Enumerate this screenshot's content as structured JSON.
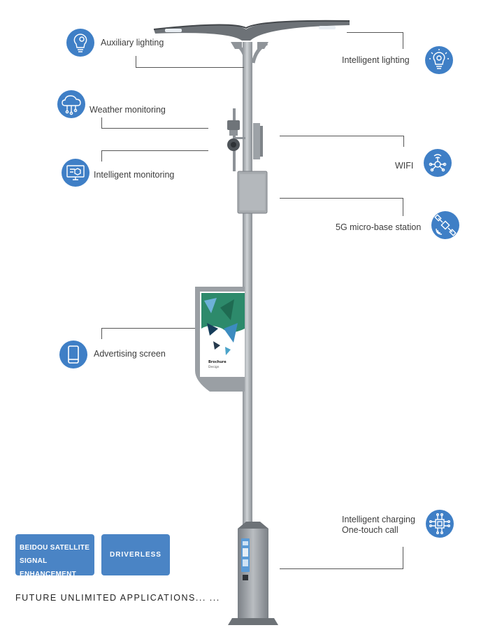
{
  "features": {
    "auxiliary_lighting": "Auxiliary lighting",
    "intelligent_lighting": "Intelligent lighting",
    "weather_monitoring": "Weather monitoring",
    "intelligent_monitoring": "Intelligent monitoring",
    "wifi": "WIFI",
    "micro_base_station": "5G micro-base station",
    "advertising_screen": "Advertising screen",
    "charging_line1": "Intelligent charging",
    "charging_line2": "One-touch call"
  },
  "screen": {
    "title": "Brochure",
    "subtitle": "Design"
  },
  "tags": {
    "beidou_line1": "BEIDOU SATELLITE",
    "beidou_line2": "SIGNAL ENHANCEMENT",
    "driverless": "DRIVERLESS"
  },
  "footer": "FUTURE UNLIMITED APPLICATIONS... ...",
  "icons": {
    "auxiliary_lighting": "bulb-gear-icon",
    "intelligent_lighting": "bulb-gear-icon",
    "weather_monitoring": "cloud-network-icon",
    "intelligent_monitoring": "monitor-icon",
    "wifi": "network-icon",
    "micro_base_station": "satellite-icon",
    "advertising_screen": "tablet-icon",
    "charging": "chip-icon"
  },
  "colors": {
    "icon_blue": "#3f7fc6",
    "tag_blue": "#4a84c5",
    "pole_gray": "#a3a8ad"
  }
}
